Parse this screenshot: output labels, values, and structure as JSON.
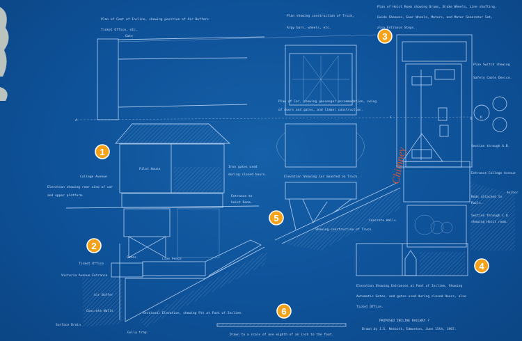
{
  "labels": {
    "foot_plan_1": "Plan of Foot of Incline, showing position of Air Buffers",
    "foot_plan_2": "Ticket Office, etc.",
    "gate": "Gate",
    "truck_plan_1": "Plan showing construction of Truck,",
    "truck_plan_2": "Argy bars, wheels, etc.",
    "hoist_plan_1": "Plan of Hoist Room showing Drums, Brake Wheels, Line shafting,",
    "hoist_plan_2": "Guide Sheaves, Gear Wheels, Motors, and Motor Generator Set,",
    "hoist_plan_3": "also Entrance Steps.",
    "switch_1": "Plan Switch showing",
    "switch_2": "Safety Cable Device.",
    "car_plan_1": "Plan of Car, showing passenger accommodation, swing",
    "car_plan_2": "of doors and gates, and timber construction.",
    "pilot_house": "Pilot House",
    "iron_gates_1": "Iron gates used",
    "iron_gates_2": "during closed hours.",
    "college_avenue": "College Avenue",
    "rear_view_1": "Elevation showing rear view of car",
    "rear_view_2": "and upper platform.",
    "hoist_entrance_1": "Entrance to",
    "hoist_entrance_2": "hoist Room.",
    "car_on_truck": "Elevation Showing Car mounted on Truck.",
    "section_ab": "Section through A.B.",
    "entrance_college": "Entrance College Avenue",
    "rods_1": "Rods attached to",
    "rods_2": "Rails.",
    "anchor": "Anchor",
    "section_cd_1": "Section through C.D.",
    "section_cd_2": "showing Hoist room.",
    "concrete_walls_top": "Concrete Walls",
    "truck_construction": "Showing construction of Truck.",
    "chimney": "Chimney",
    "ticket_office": "Ticket Office",
    "gates": "Gates",
    "line_fence": "Line Fence",
    "victoria_entrance": "Victoria Avenue Entrance",
    "air_buffer": "Air Buffer",
    "concrete_walls_bottom": "Concrete Walls",
    "surface_drain": "Surface Drain",
    "gully_trap": "Gully trap.",
    "sectional_elevation": "Sectional Elevation, showing Pit at Foot of Incline.",
    "scale_note": "Drawn to a scale of one eighth of an inch to the foot.",
    "entrances_1": "Elevation Showing Entrances at Foot of Incline, Showing",
    "entrances_2": "Automatic Gates, and gates used during closed Hours, also",
    "entrances_3": "Ticket Office.",
    "title": "PROPOSED INCLINE RAILWAY ?",
    "drawn_by": "Drawn by J.S. Nesbitt, Edmonton, June 15th, 1907.",
    "point_a": "A",
    "point_b": "B",
    "point_c": "C",
    "point_d": "D"
  },
  "markers": [
    "1",
    "2",
    "3",
    "4",
    "5",
    "6"
  ],
  "colors": {
    "background": "#0e5299",
    "marker": "#f3a21a",
    "chimney_ink": "#d0553a"
  }
}
